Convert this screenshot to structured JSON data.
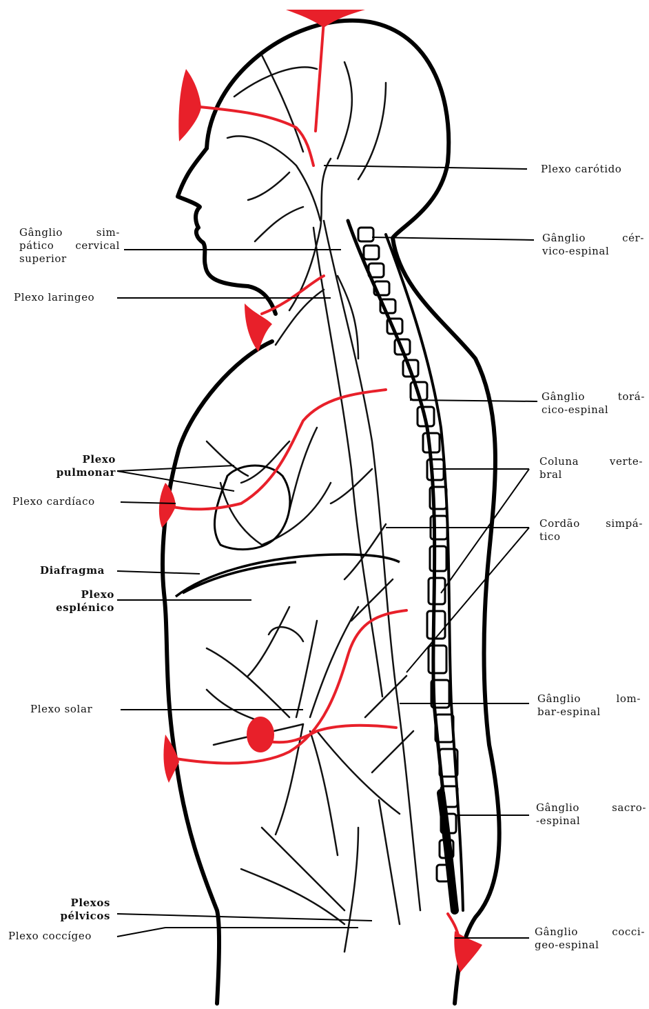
{
  "colors": {
    "outline": "#000000",
    "nerve": "#111111",
    "red": "#e8202a",
    "background": "#ffffff"
  },
  "labels": {
    "plexo_carotido": "Plexo carótido",
    "ganglio_simpatico_cervical": "Gânglio sim-\npático cervical\nsuperior",
    "ganglio_cervico_espinal": "Gânglio cér-\nvico-espinal",
    "plexo_laringeo": "Plexo laringeo",
    "ganglio_toracico_espinal": "Gânglio torá-\ncico-espinal",
    "plexo_pulmonar": "Plexo\npulmonar",
    "coluna_vertebral": "Coluna verte-\nbral",
    "plexo_cardiaco": "Plexo cardíaco",
    "cordao_simpatico": "Cordão simpá-\ntico",
    "diafragma": "Diafragma",
    "plexo_esplenico": "Plexo\nesplénico",
    "plexo_solar": "Plexo solar",
    "ganglio_lombar_espinal": "Gânglio lom-\nbar-espinal",
    "ganglio_sacro_espinal": "Gânglio sacro-\n-espinal",
    "plexos_pelvicos": "Plexos\npélvicos",
    "plexo_coccigeo": "Plexo coccígeo",
    "ganglio_coccigeo_espinal": "Gânglio cocci-\ngeo-espinal"
  }
}
